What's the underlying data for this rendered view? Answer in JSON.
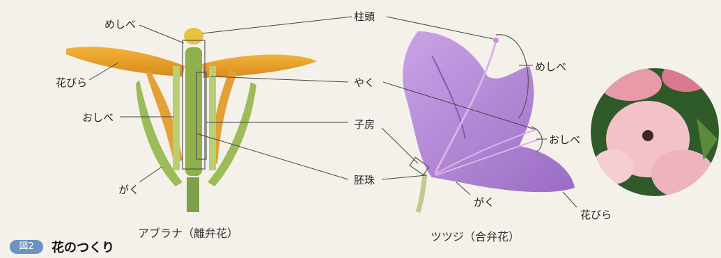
{
  "figure": {
    "badge": "図2",
    "title": "花のつくり"
  },
  "labels": {
    "stigma": "柱頭",
    "pistil_left": "めしべ",
    "pistil_right": "めしべ",
    "petal_left": "花びら",
    "petal_right": "花びら",
    "stamen_left": "おしべ",
    "stamen_right": "おしべ",
    "anther": "やく",
    "ovary": "子房",
    "ovule": "胚珠",
    "sepal_left": "がく",
    "sepal_right": "がく"
  },
  "captions": {
    "left": "アブラナ（離弁花）",
    "right": "ツツジ（合弁花）"
  },
  "colors": {
    "background": "#f4f1ea",
    "abrana_petal": "#e8a52a",
    "abrana_green": "#8fb04a",
    "tsutsuji_petal": "#b48ad6",
    "badge": "#6b93c0"
  }
}
